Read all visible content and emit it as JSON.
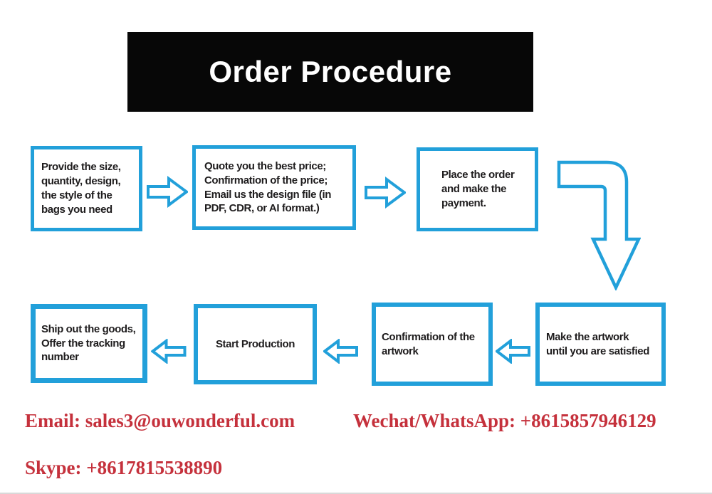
{
  "banner": {
    "title": "Order Procedure"
  },
  "flow": {
    "boxes": [
      {
        "id": "provide-details",
        "text": "Provide the size,\nquantity, design,\nthe style of the\nbags you need"
      },
      {
        "id": "quote-price",
        "text": "Quote you the best price;\nConfirmation of the price;\nEmail us the design file (in\nPDF, CDR, or AI format.)"
      },
      {
        "id": "place-order",
        "text": "Place the order\nand make the\npayment."
      },
      {
        "id": "make-artwork",
        "text": "Make the artwork\nuntil you are satisfied"
      },
      {
        "id": "confirm-artwork",
        "text": "Confirmation of the\nartwork"
      },
      {
        "id": "start-production",
        "text": "Start Production"
      },
      {
        "id": "ship-goods",
        "text": "Ship out the goods,\nOffer the tracking\nnumber"
      }
    ]
  },
  "contacts": {
    "email": "Email: sales3@ouwonderful.com",
    "wechat_whatsapp": "Wechat/WhatsApp: +8615857946129",
    "skype": "Skype: +8617815538890"
  },
  "colors": {
    "accent_blue": "#22a0da",
    "contact_red": "#c5313c",
    "banner_black": "#070707"
  }
}
